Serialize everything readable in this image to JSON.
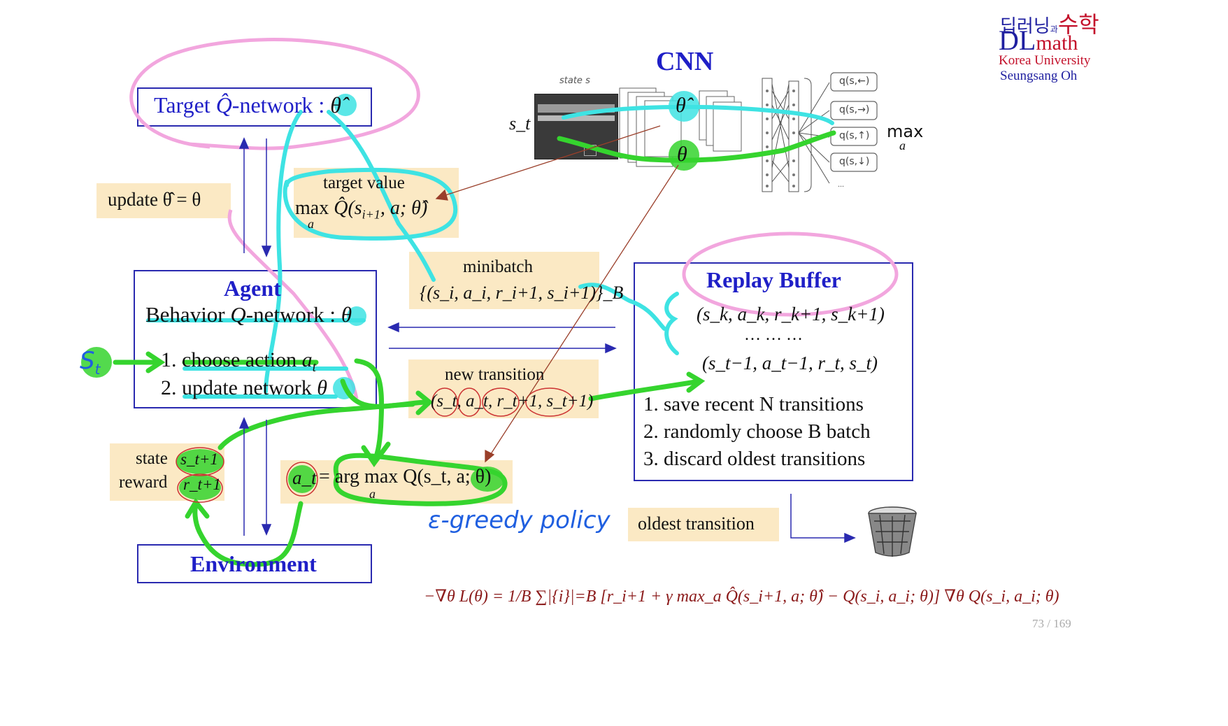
{
  "logo": {
    "korean": "딥러닝",
    "connector": "과",
    "korean2": "수학",
    "dl": "DL",
    "math": "math",
    "university": "Korea University",
    "author": "Seungsang Oh"
  },
  "cnn": {
    "title": "CNN",
    "state_label": "state s",
    "input_label": "s_t",
    "theta_hat": "θ̂",
    "theta": "θ",
    "outputs": [
      "q(s,←)",
      "q(s,→)",
      "q(s,↑)",
      "q(s,↓)"
    ],
    "ellipsis": "...",
    "max_label": "max",
    "max_sub": "a"
  },
  "target_network": {
    "prefix": "Target ",
    "q": "Q̂",
    "suffix": "-network : ",
    "param": "θ̂"
  },
  "update": {
    "text": "update θ̂ = θ"
  },
  "target_value": {
    "title": "target value",
    "max": "max",
    "max_sub": "a",
    "expr": "Q̂(s",
    "expr_sub": "i+1",
    "expr_tail": ", a;  θ̂)"
  },
  "agent": {
    "title": "Agent",
    "behavior_prefix": "Behavior ",
    "behavior_q": "Q",
    "behavior_suffix": "-network : ",
    "behavior_param": "θ",
    "step1": "1. choose action ",
    "step1_var": "a",
    "step1_sub": "t",
    "step2": "2. update network ",
    "step2_var": "θ",
    "input_label": "S",
    "input_sub": "t"
  },
  "minibatch": {
    "title": "minibatch",
    "expr": "{(s_i, a_i, r_i+1, s_i+1)}_B"
  },
  "new_transition": {
    "title": "new transition",
    "expr": "(s_t, a_t, r_t+1, s_t+1)"
  },
  "replay_buffer": {
    "title": "Replay Buffer",
    "row1": "(s_k, a_k, r_k+1, s_k+1)",
    "dots": "… … …",
    "row2": "(s_t−1, a_t−1, r_t, s_t)",
    "items": [
      "1. save recent N transitions",
      "2. randomly choose B batch",
      "3. discard oldest transitions"
    ]
  },
  "state_reward": {
    "state": "state",
    "state_var": "s_t+1",
    "reward": "reward",
    "reward_var": "r_t+1"
  },
  "action": {
    "lhs": "a_t",
    "rhs": "= arg max Q(s_t, a; θ)",
    "sub": "a"
  },
  "egreedy": "ε-greedy policy",
  "oldest": "oldest transition",
  "environment": "Environment",
  "loss": "−∇θ L(θ) = 1/B ∑|{i}|=B [r_i+1 + γ max_a Q̂(s_i+1, a; θ̂) − Q(s_i, a_i; θ)] ∇θ Q(s_i, a_i; θ)",
  "page": "73 / 169",
  "colors": {
    "box_border": "#2a2ab0",
    "tan": "#fbe9c4",
    "green": "#35d42e",
    "cyan": "#3ee3e3",
    "pink": "#f2a6de",
    "blue_ink": "#1f5fe0",
    "loss": "#8b1a1a"
  }
}
